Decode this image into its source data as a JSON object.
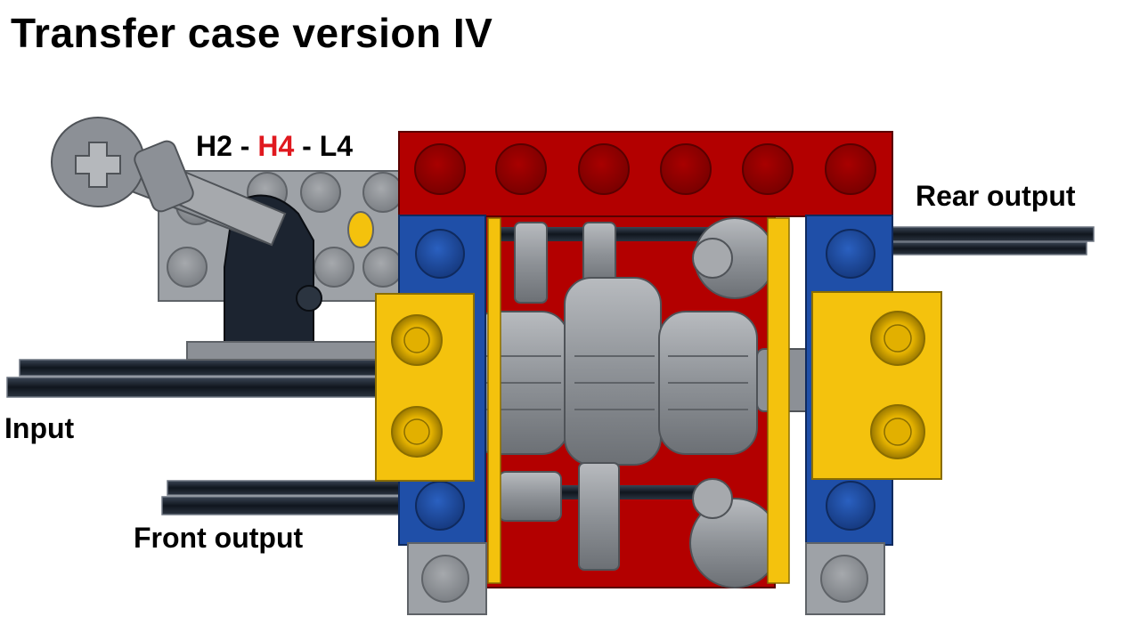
{
  "title": "Transfer case version IV",
  "mode_selector": {
    "h2": "H2",
    "sep1": " - ",
    "h4": "H4",
    "sep2": " - ",
    "l4": "L4",
    "active_color": "#e0191f"
  },
  "labels": {
    "rear_output": "Rear output",
    "input": "Input",
    "front_output": "Front output"
  },
  "colors": {
    "red_brick": "#b30000",
    "blue_brick": "#1f4fa8",
    "yellow_brick": "#f4c20d",
    "gray_part": "#8c9096",
    "dark_axle": "#1c2430"
  }
}
